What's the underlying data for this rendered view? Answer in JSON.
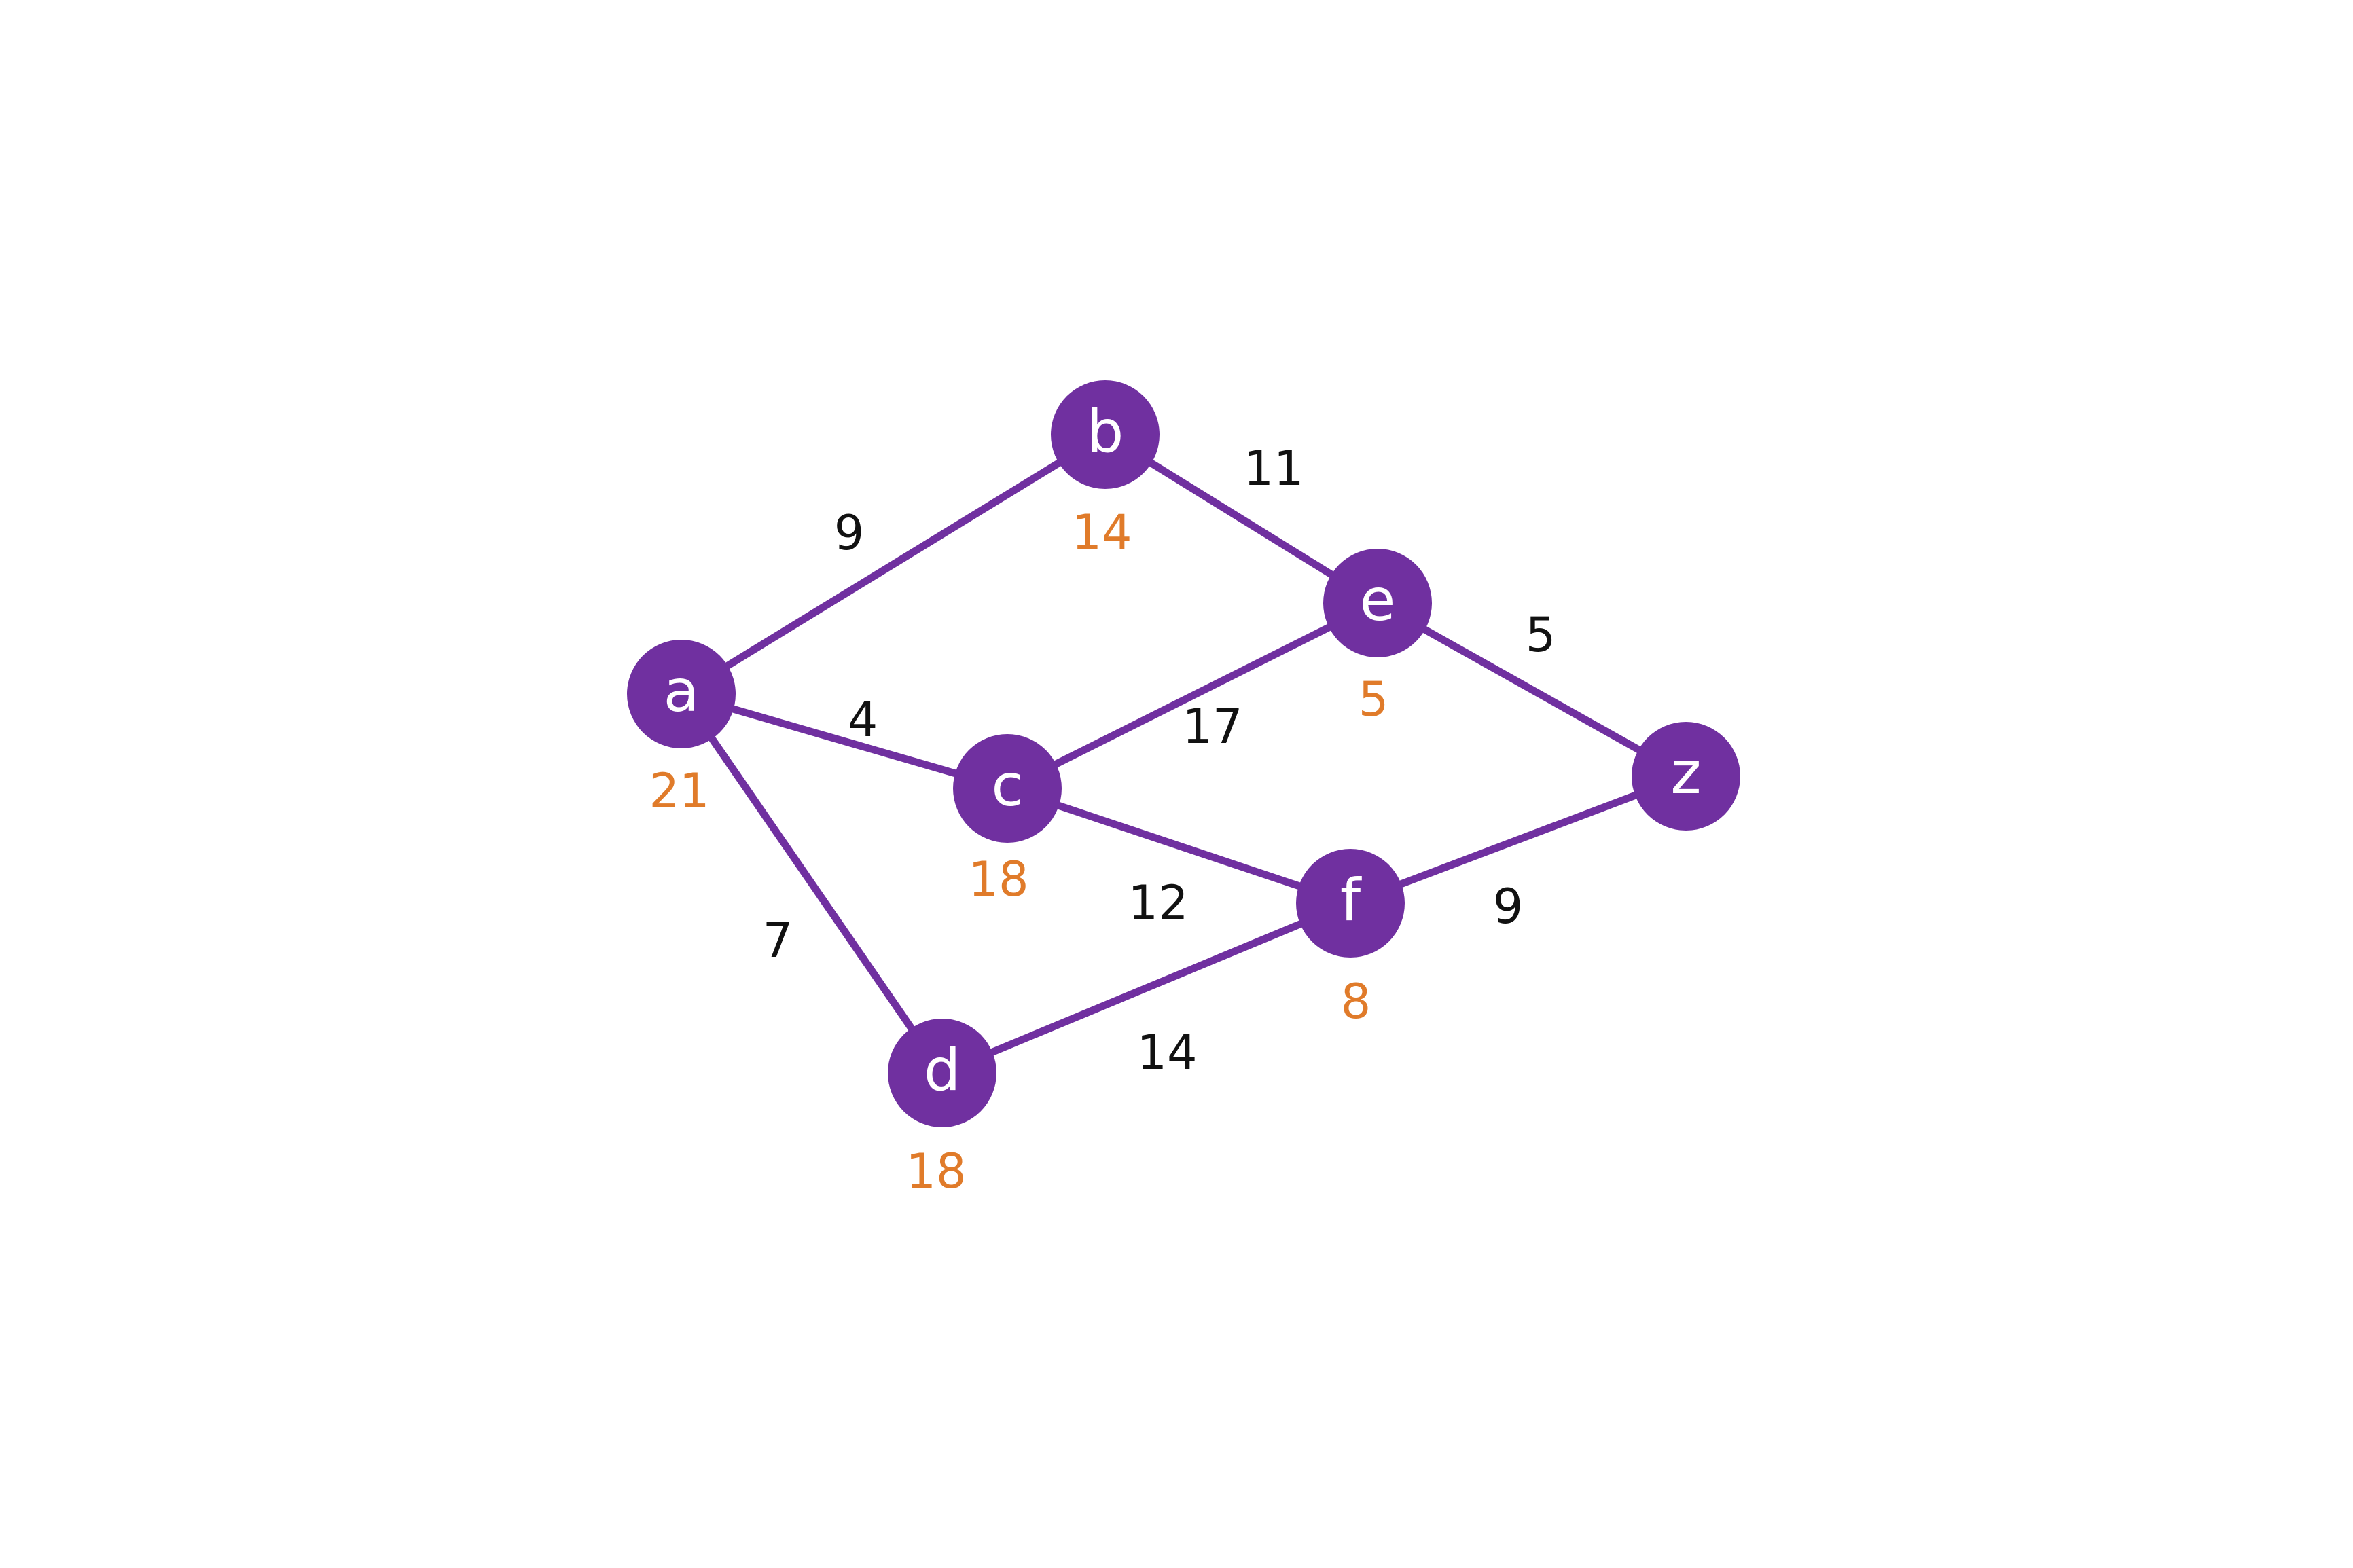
{
  "colors": {
    "node_fill": "#7030a0",
    "edge": "#7030a0",
    "node_text": "#ffffff",
    "weight_text": "#111111",
    "heuristic_text": "#e07b2a"
  },
  "graph": {
    "nodes": [
      {
        "id": "a",
        "label": "a",
        "heuristic": "21"
      },
      {
        "id": "b",
        "label": "b",
        "heuristic": "14"
      },
      {
        "id": "c",
        "label": "c",
        "heuristic": "18"
      },
      {
        "id": "d",
        "label": "d",
        "heuristic": "18"
      },
      {
        "id": "e",
        "label": "e",
        "heuristic": "5"
      },
      {
        "id": "f",
        "label": "f",
        "heuristic": "8"
      },
      {
        "id": "z",
        "label": "z",
        "heuristic": ""
      }
    ],
    "edges": [
      {
        "from": "a",
        "to": "b",
        "weight": "9"
      },
      {
        "from": "a",
        "to": "c",
        "weight": "4"
      },
      {
        "from": "a",
        "to": "d",
        "weight": "7"
      },
      {
        "from": "b",
        "to": "e",
        "weight": "11"
      },
      {
        "from": "c",
        "to": "e",
        "weight": "17"
      },
      {
        "from": "c",
        "to": "f",
        "weight": "12"
      },
      {
        "from": "d",
        "to": "f",
        "weight": "14"
      },
      {
        "from": "e",
        "to": "z",
        "weight": "5"
      },
      {
        "from": "f",
        "to": "z",
        "weight": "9"
      }
    ]
  }
}
